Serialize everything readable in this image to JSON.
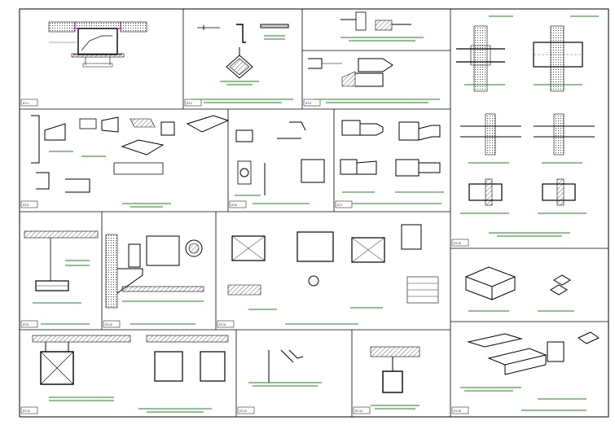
{
  "colors": {
    "paper": "#ffffff",
    "line": "#000000",
    "annotation_green": "#1a8a1a",
    "highlight_magenta": "#e020c0"
  },
  "panels": [
    {
      "id": "p1",
      "tag": "DT-1"
    },
    {
      "id": "p2",
      "tag": "DT-2"
    },
    {
      "id": "p3",
      "tag": "DT-3"
    },
    {
      "id": "p5",
      "tag": "DT-5"
    },
    {
      "id": "p6",
      "tag": "DT-6"
    },
    {
      "id": "p7",
      "tag": "DT-7"
    },
    {
      "id": "p9",
      "tag": "DT-9"
    },
    {
      "id": "p10",
      "tag": "DT-10"
    },
    {
      "id": "p11",
      "tag": "DT-11"
    },
    {
      "id": "p12",
      "tag": "DT-12"
    },
    {
      "id": "p13",
      "tag": "DT-13"
    },
    {
      "id": "p14",
      "tag": "DT-14"
    },
    {
      "id": "p15",
      "tag": "DT-15"
    },
    {
      "id": "p16",
      "tag": "DT-16"
    }
  ]
}
